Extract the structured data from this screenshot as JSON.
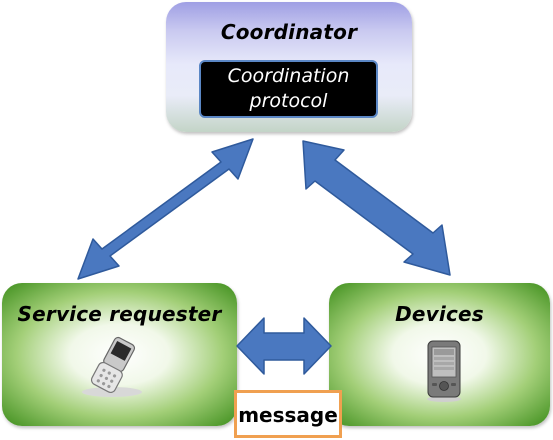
{
  "coordinator": {
    "title": "Coordinator",
    "protocol_line1": "Coordination",
    "protocol_line2": "protocol"
  },
  "service_requester": {
    "title": "Service requester",
    "icon": "mobile-phone-icon"
  },
  "devices": {
    "title": "Devices",
    "icon": "pda-device-icon"
  },
  "message": {
    "label": "message"
  },
  "colors": {
    "arrow": "#4a78c0",
    "arrow_stroke": "#2f5a9c",
    "message_border": "#f0a050",
    "protocol_border": "#5b87c5"
  }
}
